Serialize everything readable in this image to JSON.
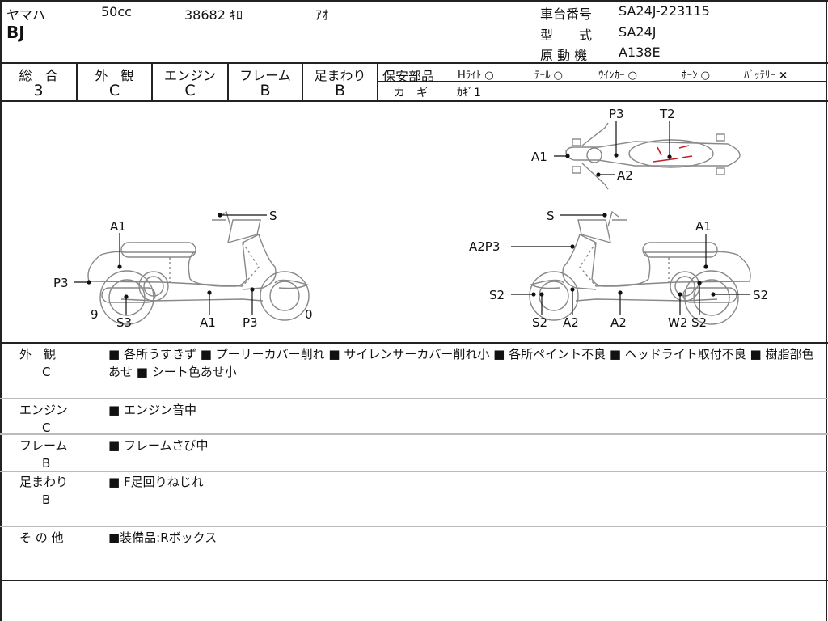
{
  "header": {
    "maker": "ヤマハ",
    "displacement": "50cc",
    "mileage": "38682 ｷﾛ",
    "color": "ｱｵ",
    "model": "BJ",
    "frame_no_label": "車台番号",
    "frame_no": "SA24J-223115",
    "type_label": "型　　式",
    "type": "SA24J",
    "engine_label": "原 動 機",
    "engine": "A138E"
  },
  "ratings": [
    {
      "label": "総　合",
      "value": "3"
    },
    {
      "label": "外　観",
      "value": "C"
    },
    {
      "label": "エンジン",
      "value": "C"
    },
    {
      "label": "フレーム",
      "value": "B"
    },
    {
      "label": "足まわり",
      "value": "B"
    }
  ],
  "safety": {
    "label": "保安部品",
    "items": [
      {
        "name": "Hﾗｲﾄ",
        "status": "○"
      },
      {
        "name": "ﾃｰﾙ",
        "status": "○"
      },
      {
        "name": "ｳｲﾝｶｰ",
        "status": "○"
      },
      {
        "name": "ﾎｰﾝ",
        "status": "○"
      },
      {
        "name": "ﾊﾞｯﾃﾘｰ",
        "status": "×"
      }
    ],
    "key_label": "カ　ギ",
    "key_value": "ｶｷﾞ1"
  },
  "diagram": {
    "left": [
      "A1",
      "P3",
      "9",
      "S3",
      "A1",
      "P3",
      "0",
      "S"
    ],
    "top": [
      "P3",
      "T2",
      "A1",
      "A2"
    ],
    "right": [
      "S",
      "A2P3",
      "A1",
      "S2",
      "S2",
      "S2",
      "A2",
      "A2",
      "W2",
      "S2"
    ],
    "accent": "#c0202a"
  },
  "comments": [
    {
      "label": "外　観",
      "grade": "C",
      "text": "■ 各所うすきず ■ プーリーカバー削れ ■ サイレンサーカバー削れ小 ■ 各所ペイント不良 ■ ヘッドライト取付不良 ■ 樹脂部色あせ ■ シート色あせ小"
    },
    {
      "label": "エンジン",
      "grade": "C",
      "text": "■ エンジン音中"
    },
    {
      "label": "フレーム",
      "grade": "B",
      "text": "■ フレームさび中"
    },
    {
      "label": "足まわり",
      "grade": "B",
      "text": "■ F足回りねじれ"
    },
    {
      "label": "そ の 他",
      "grade": "",
      "text": "■装備品:Rボックス"
    }
  ]
}
